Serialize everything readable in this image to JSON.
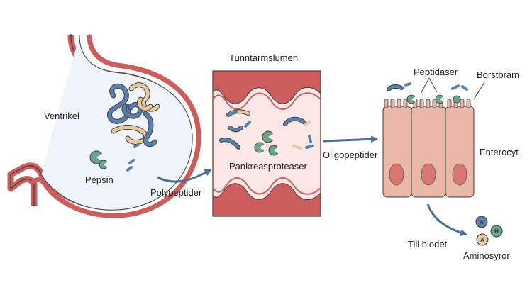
{
  "labels": {
    "ventrikel": "Ventrikel",
    "pepsin": "Pepsin",
    "polypeptider": "Polypeptider",
    "tunntarmslumen": "Tunntarmslumen",
    "pankreasproteaser": "Pankreasproteaser",
    "oligopeptider": "Oligopeptider",
    "peptidaser": "Peptidaser",
    "borstbram": "Borstbräm",
    "enterocyt": "Enterocyt",
    "till_blodet": "Till blodet",
    "aminosyror": "Aminosyror"
  },
  "amino_acids": [
    {
      "letter": "A",
      "color": "#5b7fae"
    },
    {
      "letter": "H",
      "color": "#6aa58e"
    },
    {
      "letter": "A",
      "color": "#e6c9a3"
    }
  ],
  "colors": {
    "outline": "#3d3d3d",
    "wall_red": "#cc5d5d",
    "lumen_pink": "#fbe8e6",
    "stomach_fill": "#eef4fa",
    "cell_fill": "#eab8a8",
    "nucleus": "#d9766f",
    "chain_blue": "#5b7fae",
    "chain_beige": "#e6c9a3",
    "enzyme_green": "#6aa58e",
    "arrow": "#4c6f9a"
  }
}
